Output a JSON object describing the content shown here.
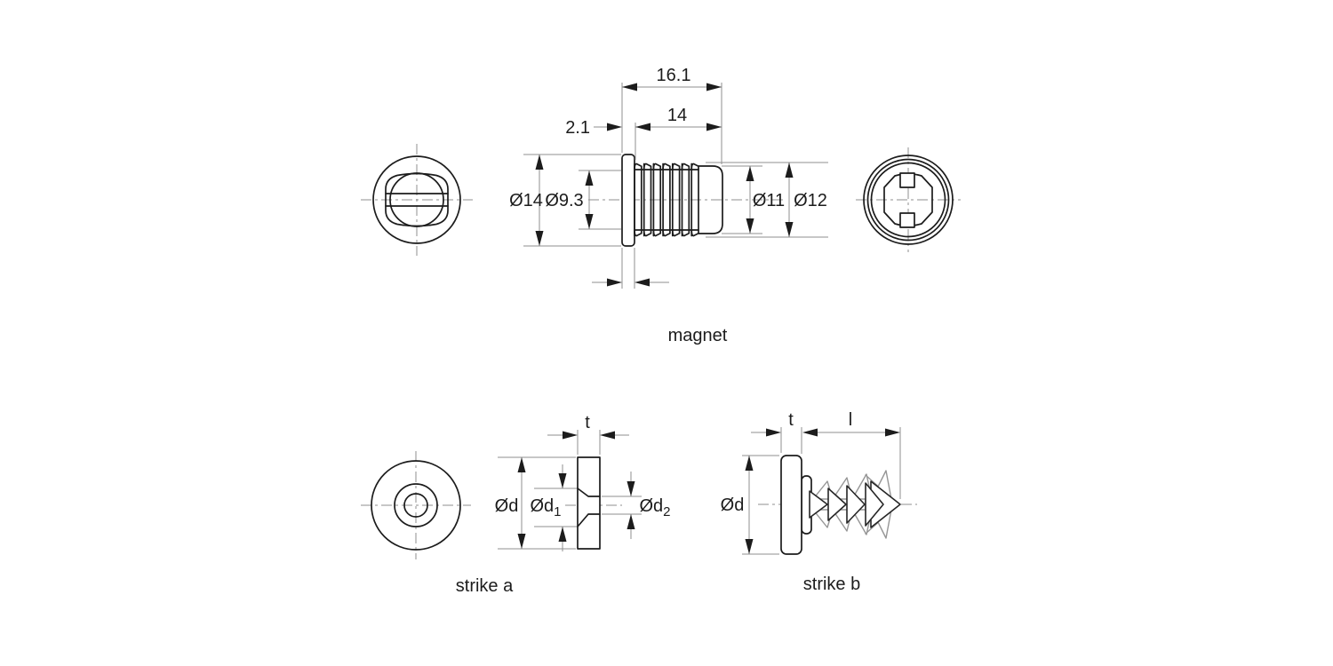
{
  "magnet_view": {
    "caption": "magnet",
    "dim_total_length": "16.1",
    "dim_thread_length": "14",
    "dim_flange_thickness": "2.1",
    "dim_flange_diameter": "Ø14",
    "dim_magnet_diameter": "Ø9.3",
    "dim_body_diameter": "Ø11",
    "dim_thread_diameter": "Ø12"
  },
  "strike_a_view": {
    "caption": "strike a",
    "dim_thickness": "t",
    "dim_outer_diameter": "Ød",
    "dim_countersink_diameter": {
      "base": "Ød",
      "sub": "1"
    },
    "dim_hole_diameter": {
      "base": "Ød",
      "sub": "2"
    }
  },
  "strike_b_view": {
    "caption": "strike b",
    "dim_thickness": "t",
    "dim_length": "l",
    "dim_outer_diameter": "Ød"
  },
  "colors": {
    "object_line": "#1c1c1c",
    "dimension_line": "#8f8f8f",
    "background": "#ffffff"
  }
}
